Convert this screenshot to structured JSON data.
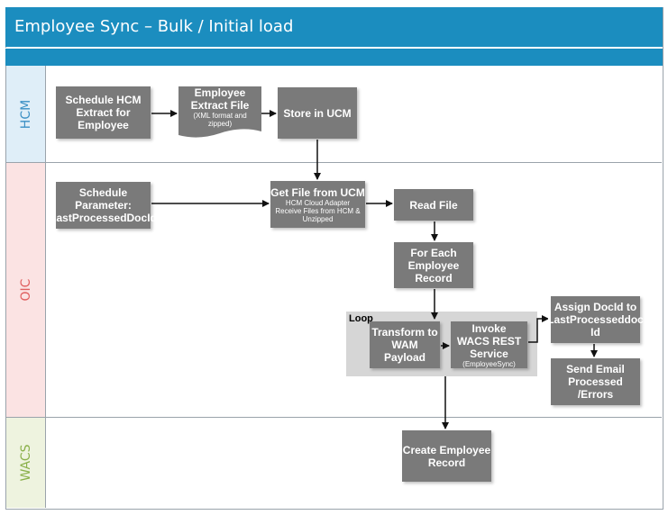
{
  "title": "Employee Sync – Bulk / Initial load",
  "lanes": [
    {
      "label": "HCM",
      "color": "#dfeef8",
      "text_color": "#3a8fc4"
    },
    {
      "label": "OIC",
      "color": "#fbe3e3",
      "text_color": "#e06060"
    },
    {
      "label": "WACS",
      "color": "#eef3df",
      "text_color": "#8ab04a"
    }
  ],
  "nodes": {
    "schedule_hcm": {
      "lines": [
        "Schedule HCM",
        "Extract for",
        "Employee"
      ]
    },
    "extract_file": {
      "lines": [
        "Employee",
        "Extract File"
      ],
      "sub": [
        "(XML format and",
        "zipped)"
      ]
    },
    "store_ucm": {
      "lines": [
        "Store in UCM"
      ]
    },
    "schedule_param": {
      "lines": [
        "Schedule",
        "Parameter:",
        "LastProcessedDocId"
      ]
    },
    "get_file": {
      "lines": [
        "Get File from UCM"
      ],
      "sub": [
        "HCM Cloud Adapter",
        "Receive Files from HCM &",
        "Unzipped"
      ]
    },
    "read_file": {
      "lines": [
        "Read File"
      ]
    },
    "for_each": {
      "lines": [
        "For Each",
        "Employee",
        "Record"
      ]
    },
    "loop": {
      "label": "Loop"
    },
    "transform": {
      "lines": [
        "Transform to",
        "WAM",
        "Payload"
      ]
    },
    "invoke": {
      "lines": [
        "Invoke",
        "WACS REST",
        "Service"
      ],
      "sub": [
        "(EmployeeSync)"
      ]
    },
    "assign": {
      "lines": [
        "Assign DocId to",
        "LastProcesseddoc",
        "Id"
      ]
    },
    "send_email": {
      "lines": [
        "Send Email",
        "Processed /Errors"
      ]
    },
    "create_employee": {
      "lines": [
        "Create Employee",
        "Record"
      ]
    }
  }
}
